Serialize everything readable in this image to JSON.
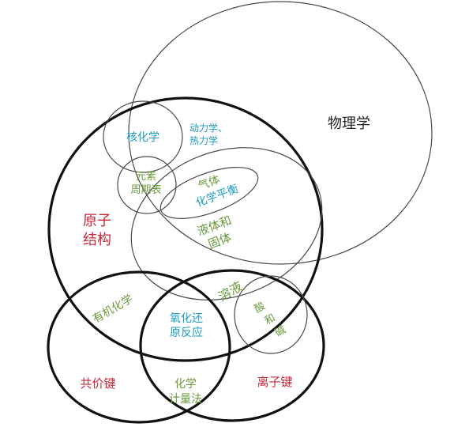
{
  "colors": {
    "red": "#c8283a",
    "blue": "#1d9bc0",
    "green": "#6a9a3c",
    "black": "#222222"
  },
  "labels": {
    "physics": "物理学",
    "nuclear_chem": "核化学",
    "dynamics_thermo": [
      "动力学、",
      "热力学"
    ],
    "periodic_table": [
      "元素",
      "周期表"
    ],
    "gas": "气体",
    "chem_equilibrium": "化学平衡",
    "liquid_solid": [
      "液体和",
      "固体"
    ],
    "atomic_structure": [
      "原子",
      "结构"
    ],
    "organic_chem": "有机化学",
    "solution": "溶液",
    "acid_base": [
      "酸",
      "和",
      "碱"
    ],
    "redox": [
      "氧化还",
      "原反应"
    ],
    "covalent_bond": "共价键",
    "ionic_bond": "离子键",
    "stoichiometry": [
      "化学",
      "计量法"
    ]
  }
}
